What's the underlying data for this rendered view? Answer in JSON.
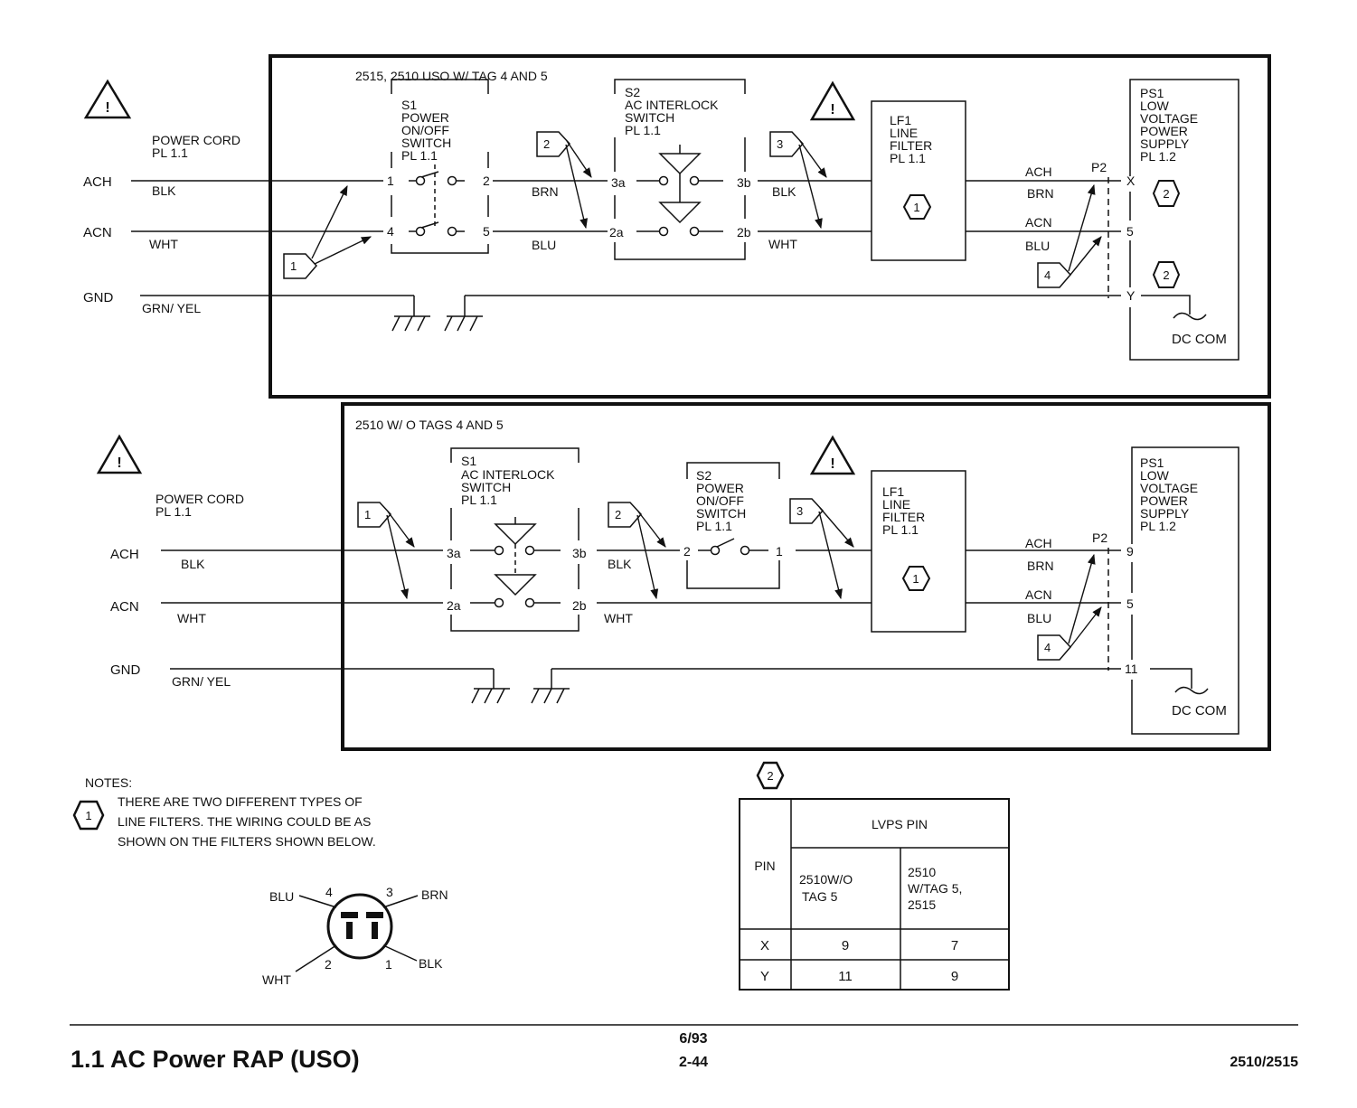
{
  "top": {
    "title": "2515, 2510 USO W/ TAG 4 AND 5",
    "power_cord": [
      "POWER CORD",
      "PL 1.1"
    ],
    "s1": [
      "S1",
      "POWER",
      "ON/OFF",
      "SWITCH",
      "PL 1.1"
    ],
    "s2": [
      "S2",
      "AC INTERLOCK",
      "SWITCH",
      "PL 1.1"
    ],
    "lf1": [
      "LF1",
      "LINE",
      "FILTER",
      "PL 1.1"
    ],
    "ps1": [
      "PS1",
      "LOW",
      "VOLTAGE",
      "POWER",
      "SUPPLY",
      "PL 1.2"
    ],
    "lines": {
      "ach": "ACH",
      "acn": "ACN",
      "gnd": "GND"
    },
    "wires": {
      "blk": "BLK",
      "wht": "WHT",
      "brn": "BRN",
      "blu": "BLU",
      "grnyel": "GRN/ YEL"
    },
    "s1_pins": [
      "1",
      "2",
      "4",
      "5"
    ],
    "s2_pins": [
      "3a",
      "3b",
      "2a",
      "2b"
    ],
    "connector": "P2",
    "ps_pins": [
      "X",
      "5",
      "Y"
    ],
    "tags": [
      "1",
      "2",
      "3",
      "4"
    ],
    "hex2": "2",
    "hex1": "1",
    "dc_com": "DC COM"
  },
  "bottom": {
    "title": "2510 W/ O  TAGS 4 AND 5",
    "power_cord": [
      "POWER CORD",
      "PL 1.1"
    ],
    "s1": [
      "S1",
      "AC INTERLOCK",
      "SWITCH",
      "PL 1.1"
    ],
    "s2": [
      "S2",
      "POWER",
      "ON/OFF",
      "SWITCH",
      "PL 1.1"
    ],
    "lf1": [
      "LF1",
      "LINE",
      "FILTER",
      "PL 1.1"
    ],
    "ps1": [
      "PS1",
      "LOW",
      "VOLTAGE",
      "POWER",
      "SUPPLY",
      "PL 1.2"
    ],
    "lines": {
      "ach": "ACH",
      "acn": "ACN",
      "gnd": "GND"
    },
    "wires": {
      "blk": "BLK",
      "wht": "WHT",
      "brn": "BRN",
      "blu": "BLU",
      "grnyel": "GRN/ YEL"
    },
    "s1_pins": [
      "3a",
      "3b",
      "2a",
      "2b"
    ],
    "s2_pins": [
      "2",
      "1"
    ],
    "connector": "P2",
    "ps_pins": [
      "9",
      "5",
      "11"
    ],
    "tags": [
      "1",
      "2",
      "3",
      "4"
    ],
    "hex1": "1",
    "dc_com": "DC COM"
  },
  "warning_symbol": "!",
  "notes": {
    "heading": "NOTES:",
    "hex": "1",
    "lines": [
      "THERE ARE TWO DIFFERENT TYPES OF",
      "LINE FILTERS.  THE WIRING COULD BE AS",
      "SHOWN ON THE FILTERS SHOWN BELOW."
    ]
  },
  "filter_diagram": {
    "pins": [
      "4",
      "3",
      "2",
      "1"
    ],
    "wires": [
      "BLU",
      "BRN",
      "WHT",
      "BLK"
    ]
  },
  "pin_table": {
    "hex": "2",
    "header_pin": "PIN",
    "header_lvps": "LVPS PIN",
    "col1": [
      "2510W/O",
      "TAG 5"
    ],
    "col2": [
      "2510",
      "W/TAG 5,",
      "2515"
    ],
    "rows": [
      [
        "X",
        "9",
        "7"
      ],
      [
        "Y",
        "11",
        "9"
      ]
    ]
  },
  "footer": {
    "title": "1.1 AC Power RAP (USO)",
    "date": "6/93",
    "page": "2-44",
    "model": "2510/2515"
  }
}
